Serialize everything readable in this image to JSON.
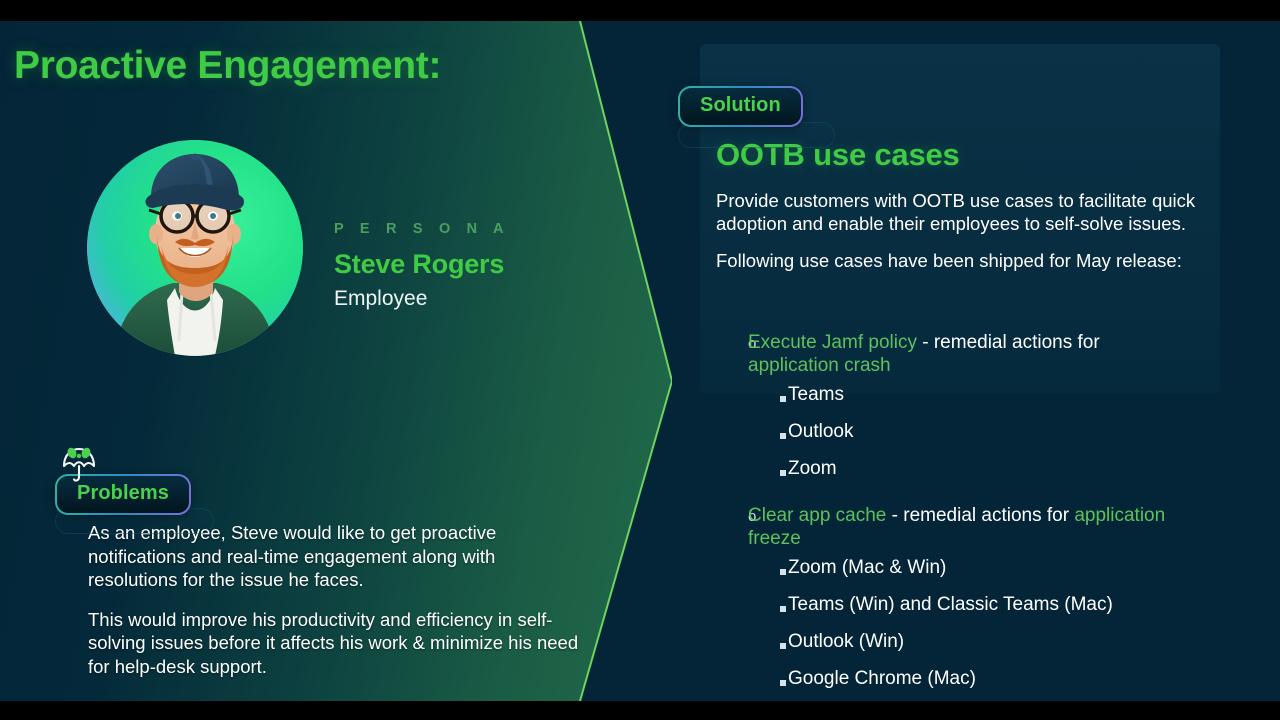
{
  "slide": {
    "title": "Proactive Engagement:"
  },
  "persona": {
    "label": "P E R S O N A",
    "name": "Steve Rogers",
    "role": "Employee",
    "avatar_icon": "employee-avatar-photo"
  },
  "problems": {
    "badge": "Problems",
    "icon": "umbrella-icon",
    "paragraphs": [
      "As an employee, Steve would like to get proactive notifications and real-time engagement along with resolutions for the issue he faces.",
      "This would improve his productivity and efficiency in self-solving issues before it affects his work & minimize his need for help-desk support."
    ]
  },
  "solution": {
    "badge": "Solution",
    "heading": "OOTB use cases",
    "paragraphs": [
      "Provide customers with OOTB use cases to facilitate quick adoption and enable their employees to self-solve issues.",
      "Following use cases have been shipped for May release:"
    ],
    "groups": [
      {
        "marker": "o",
        "highlight": "Execute Jamf policy",
        "separator": " - ",
        "rest": "remedial actions for ",
        "rest_highlight": "application crash",
        "items": [
          "Teams",
          "Outlook",
          "Zoom"
        ]
      },
      {
        "marker": "o",
        "highlight": "Clear app cache",
        "separator": " - ",
        "rest": "remedial actions for ",
        "rest_highlight": "application freeze",
        "items": [
          "Zoom (Mac & Win)",
          "Teams (Win) and Classic Teams (Mac)",
          "Outlook (Win)",
          "Google Chrome (Mac)"
        ]
      }
    ]
  },
  "colors": {
    "accent_green": "#3fcc44",
    "bright_green": "#4ad14d",
    "highlight_green": "#5cc35c",
    "background_navy": "#042537",
    "panel_green": "#226b4a",
    "text_white": "#ffffff",
    "persona_label": "#4d9d5f"
  }
}
